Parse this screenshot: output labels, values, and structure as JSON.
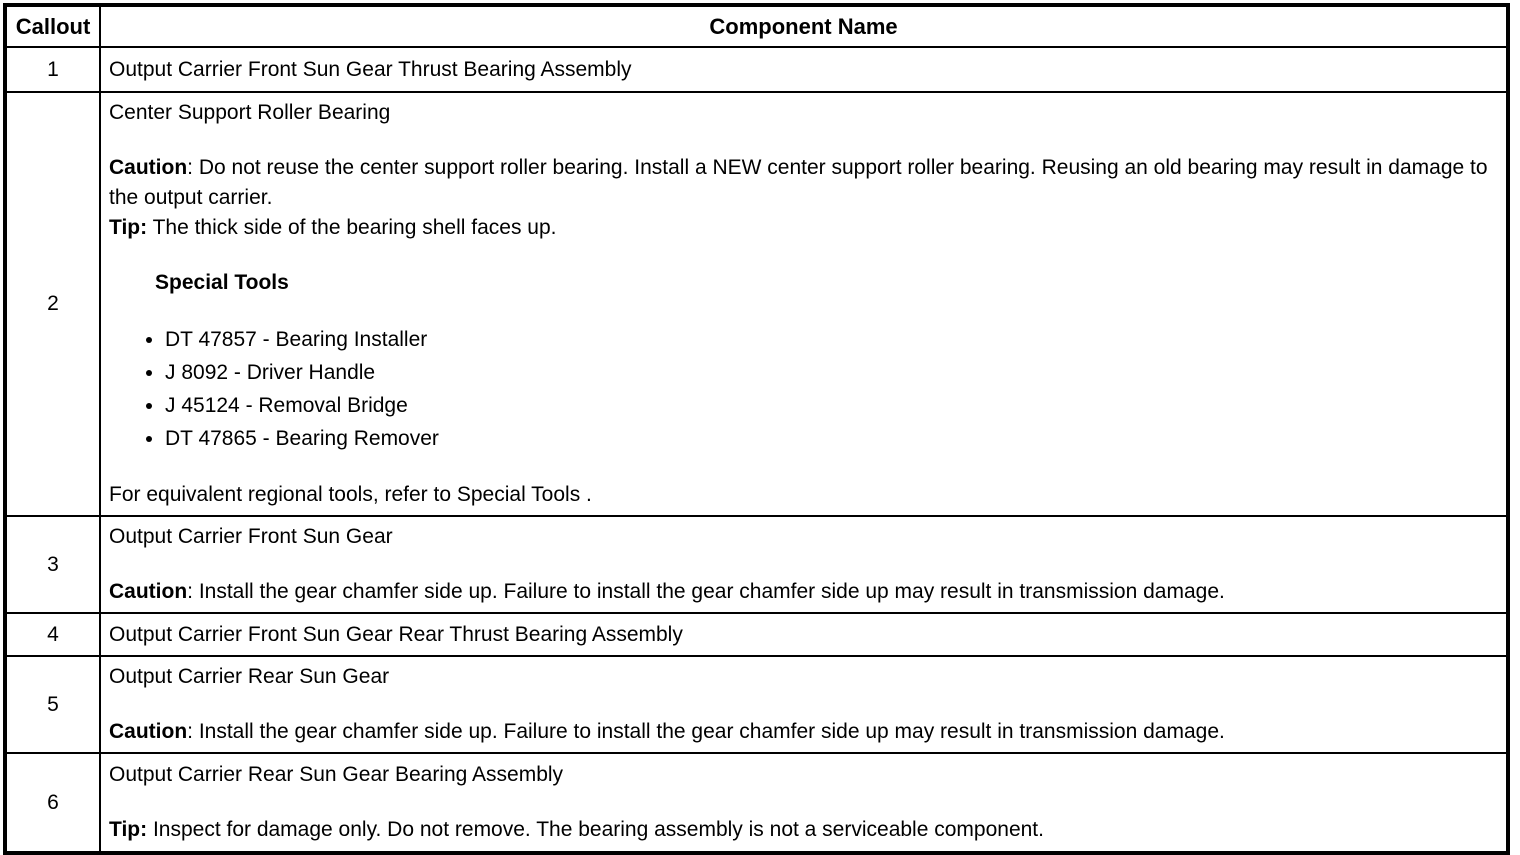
{
  "table": {
    "header": {
      "callout": "Callout",
      "component": "Component Name"
    },
    "colon": ":",
    "rows": [
      {
        "callout": "1",
        "component": "Output Carrier Front Sun Gear Thrust Bearing Assembly"
      },
      {
        "callout": "2",
        "component": "Center Support Roller Bearing",
        "caution_label": "Caution",
        "caution": " Do not reuse the center support roller bearing. Install a NEW center support roller bearing. Reusing an old bearing may result in damage to the output carrier.",
        "tip_label": "Tip:",
        "tip": " The thick side of the bearing shell faces up.",
        "special_tools_heading": "Special Tools",
        "special_tools": [
          "DT 47857 - Bearing Installer",
          "J 8092 - Driver Handle",
          "J 45124 - Removal Bridge",
          "DT 47865 - Bearing Remover"
        ],
        "footer": "For equivalent regional tools, refer to Special Tools ."
      },
      {
        "callout": "3",
        "component": "Output Carrier Front Sun Gear",
        "caution_label": "Caution",
        "caution": " Install the gear chamfer side up. Failure to install the gear chamfer side up may result in transmission damage."
      },
      {
        "callout": "4",
        "component": "Output Carrier Front Sun Gear Rear Thrust Bearing Assembly"
      },
      {
        "callout": "5",
        "component": "Output Carrier Rear Sun Gear",
        "caution_label": "Caution",
        "caution": " Install the gear chamfer side up. Failure to install the gear chamfer side up may result in transmission damage."
      },
      {
        "callout": "6",
        "component": "Output Carrier Rear Sun Gear Bearing Assembly",
        "tip_label": "Tip:",
        "tip": " Inspect for damage only. Do not remove. The bearing assembly is not a serviceable component."
      }
    ]
  }
}
